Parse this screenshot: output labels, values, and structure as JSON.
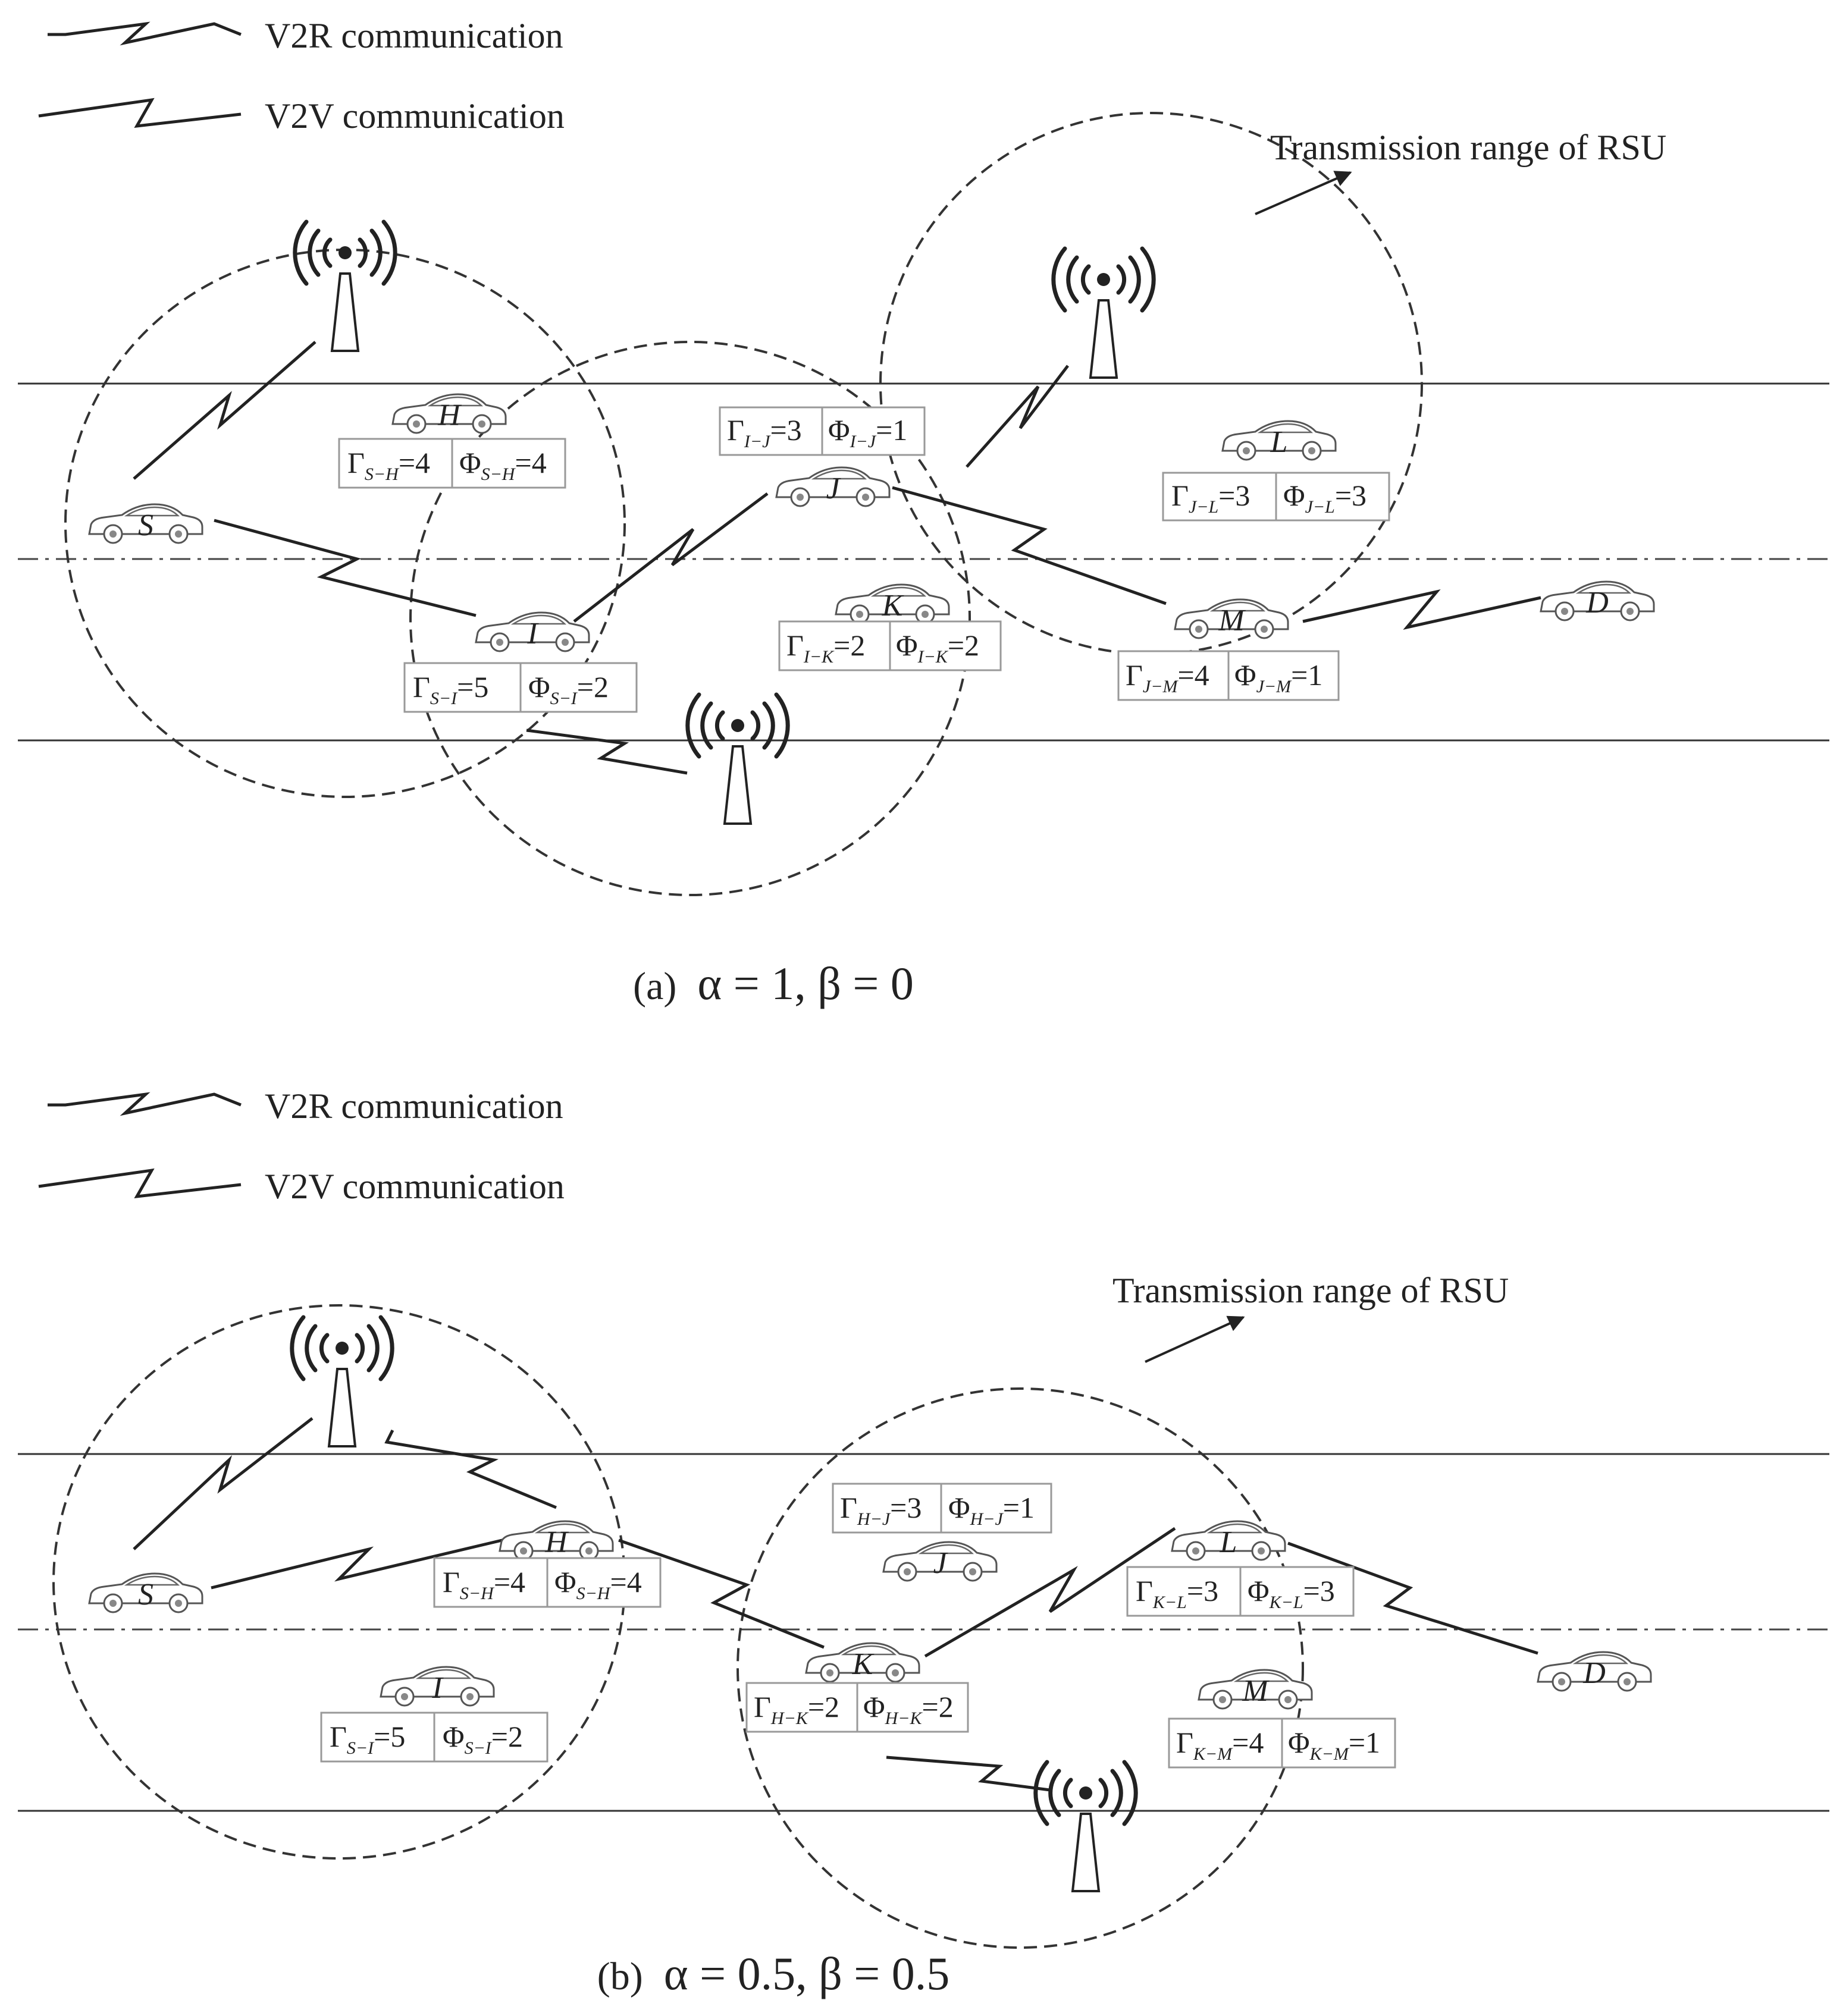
{
  "panels": [
    {
      "id": "a",
      "legend": {
        "v2r": "V2R communication",
        "v2v": "V2V communication"
      },
      "transmission_label": "Transmission range of RSU",
      "caption": {
        "tag": "(a)",
        "params": "α = 1, β = 0"
      },
      "vehicles": [
        {
          "id": "S",
          "label": "S"
        },
        {
          "id": "H",
          "label": "H"
        },
        {
          "id": "I",
          "label": "I"
        },
        {
          "id": "J",
          "label": "J"
        },
        {
          "id": "K",
          "label": "K"
        },
        {
          "id": "L",
          "label": "L"
        },
        {
          "id": "M",
          "label": "M"
        },
        {
          "id": "D",
          "label": "D"
        }
      ],
      "metrics": [
        {
          "link": "S−H",
          "gamma": "4",
          "phi": "4"
        },
        {
          "link": "I−J",
          "gamma": "3",
          "phi": "1"
        },
        {
          "link": "J−L",
          "gamma": "3",
          "phi": "3"
        },
        {
          "link": "I−K",
          "gamma": "2",
          "phi": "2"
        },
        {
          "link": "J−M",
          "gamma": "4",
          "phi": "1"
        },
        {
          "link": "S−I",
          "gamma": "5",
          "phi": "2"
        }
      ]
    },
    {
      "id": "b",
      "legend": {
        "v2r": "V2R communication",
        "v2v": "V2V communication"
      },
      "transmission_label": "Transmission range of RSU",
      "caption": {
        "tag": "(b)",
        "params": "α = 0.5, β = 0.5"
      },
      "vehicles": [
        {
          "id": "S",
          "label": "S"
        },
        {
          "id": "H",
          "label": "H"
        },
        {
          "id": "I",
          "label": "I"
        },
        {
          "id": "J",
          "label": "J"
        },
        {
          "id": "K",
          "label": "K"
        },
        {
          "id": "L",
          "label": "L"
        },
        {
          "id": "M",
          "label": "M"
        },
        {
          "id": "D",
          "label": "D"
        }
      ],
      "metrics": [
        {
          "link": "H−J",
          "gamma": "3",
          "phi": "1"
        },
        {
          "link": "S−H",
          "gamma": "4",
          "phi": "4"
        },
        {
          "link": "K−L",
          "gamma": "3",
          "phi": "3"
        },
        {
          "link": "H−K",
          "gamma": "2",
          "phi": "2"
        },
        {
          "link": "K−M",
          "gamma": "4",
          "phi": "1"
        },
        {
          "link": "S−I",
          "gamma": "5",
          "phi": "2"
        }
      ]
    }
  ],
  "symbols": {
    "gamma": "Γ",
    "phi": "Φ"
  }
}
